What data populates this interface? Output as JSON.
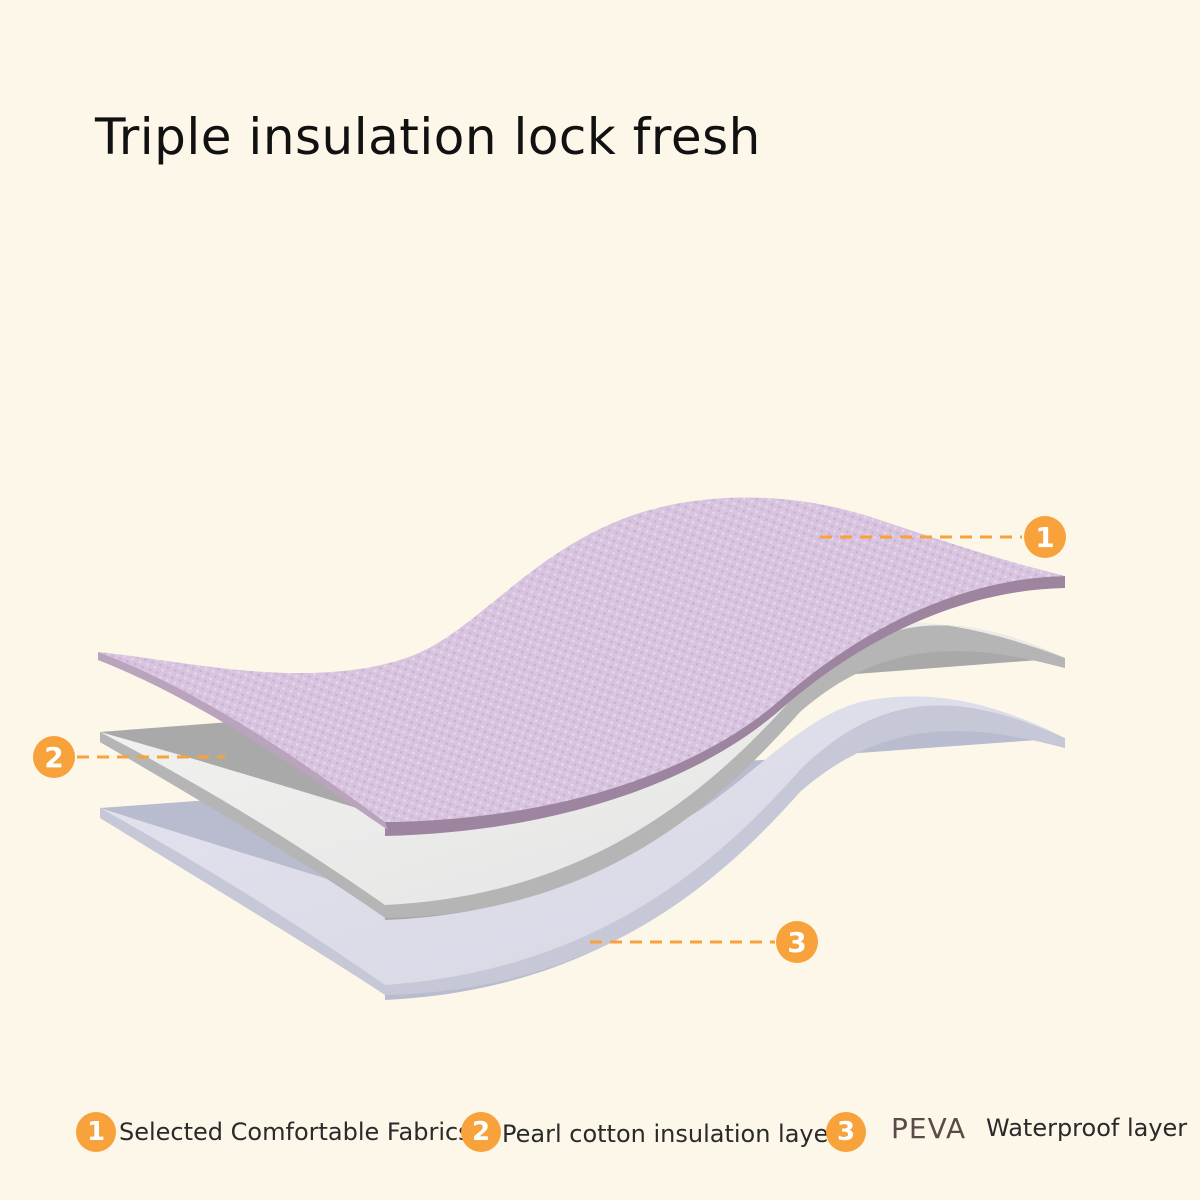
{
  "title": "Triple insulation lock fresh",
  "colors": {
    "background": "#fdf7ea",
    "accent": "#f7a23a",
    "layer1_fabric": "#d9c6e1",
    "layer2_pearl_cotton": "#ececec",
    "layer3_peva": "#dadbe8"
  },
  "callouts": [
    {
      "number": "1"
    },
    {
      "number": "2"
    },
    {
      "number": "3"
    }
  ],
  "legend": [
    {
      "number": "1",
      "label": "Selected Comfortable Fabrics"
    },
    {
      "number": "2",
      "label": "Pearl cotton insulation layer"
    },
    {
      "number": "3",
      "prefix": "PEVA",
      "label": "Waterproof layer"
    }
  ]
}
